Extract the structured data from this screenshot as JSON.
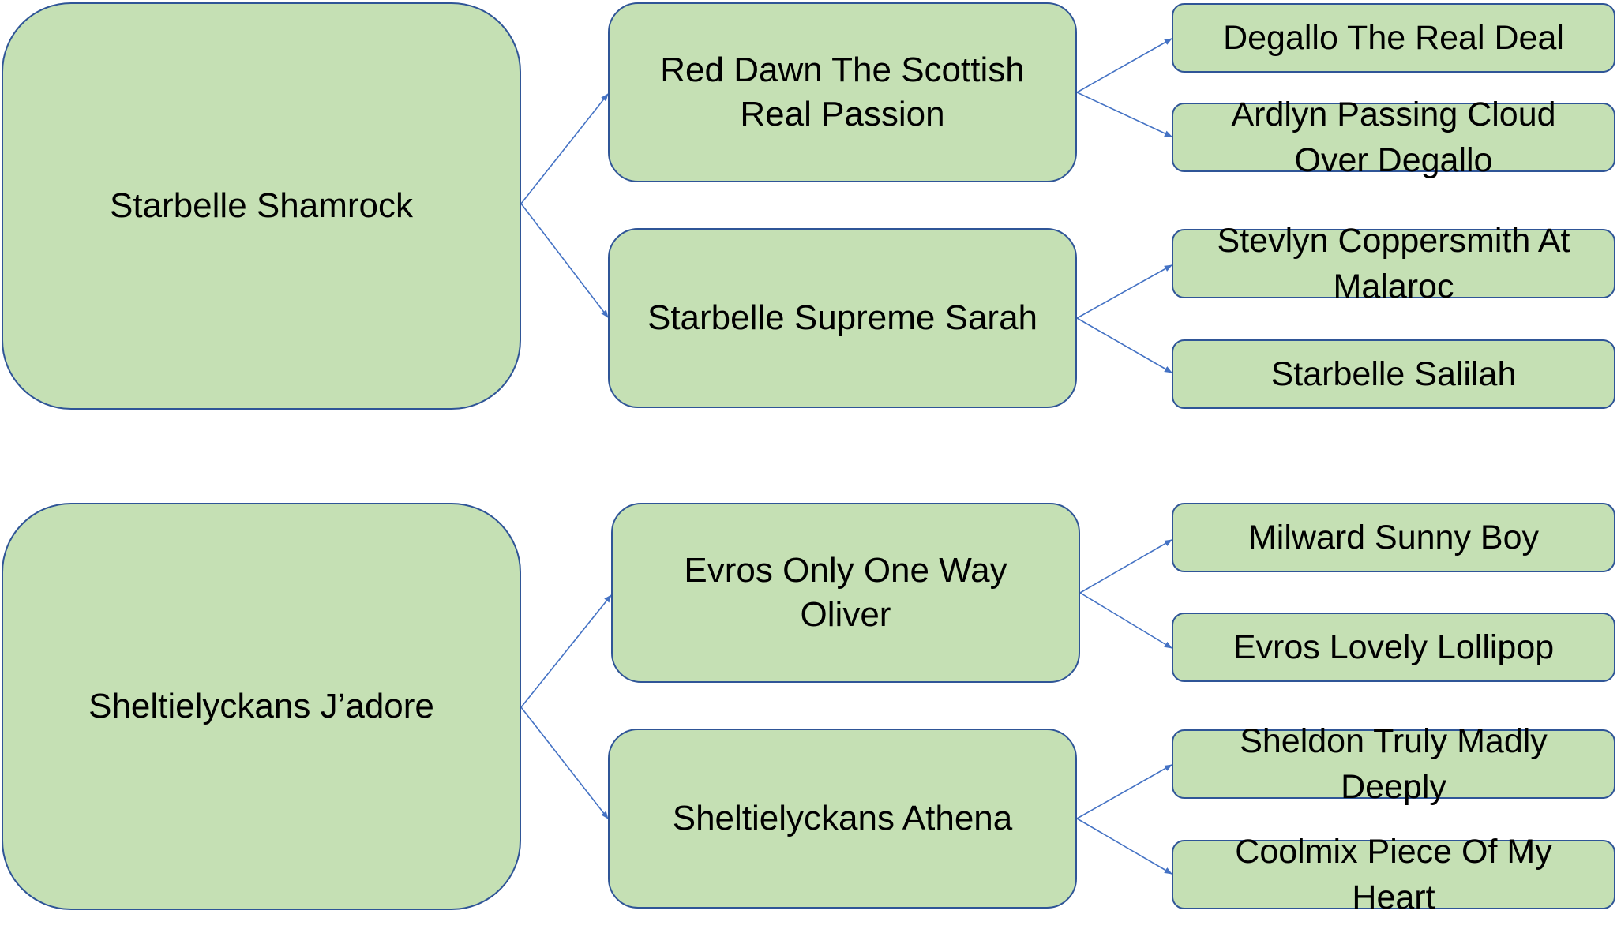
{
  "diagram": {
    "line_color": "#4472c4",
    "box_fill": "#c5e0b4",
    "box_border": "#2f5597",
    "pedigrees": [
      {
        "name": "Starbelle Shamrock",
        "parents": [
          {
            "name": "Red Dawn The Scottish\nReal Passion",
            "parents": [
              "Degallo The Real Deal",
              "Ardlyn Passing Cloud\nOver Degallo"
            ]
          },
          {
            "name": "Starbelle Supreme Sarah",
            "parents": [
              "Stevlyn Coppersmith At\nMalaroc",
              "Starbelle Salilah"
            ]
          }
        ]
      },
      {
        "name": "Sheltielyckans J’adore",
        "parents": [
          {
            "name": "Evros Only One Way\nOliver",
            "parents": [
              "Milward Sunny Boy",
              "Evros Lovely Lollipop"
            ]
          },
          {
            "name": "Sheltielyckans Athena",
            "parents": [
              "Sheldon Truly Madly\nDeeply",
              "Coolmix Piece Of My\nHeart"
            ]
          }
        ]
      }
    ]
  }
}
